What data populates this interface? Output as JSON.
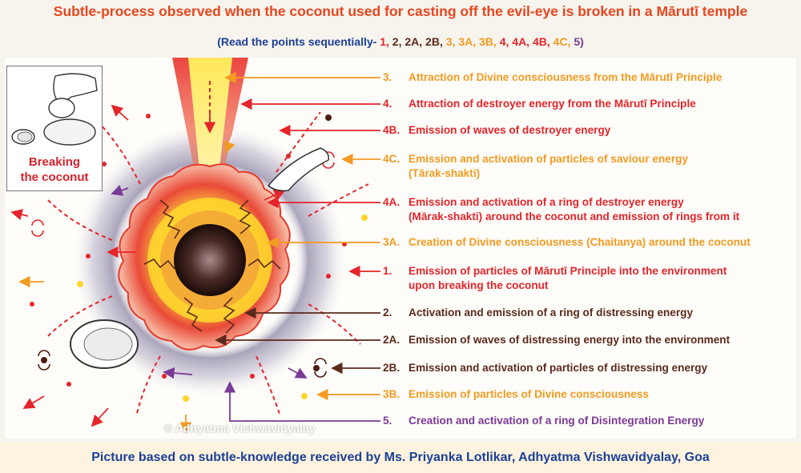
{
  "title": "Subtle-process observed when the coconut used for casting off the evil-eye is broken in a Mārutī temple",
  "subtitle": {
    "prefix": "(Read the points sequentially-",
    "sequence": [
      {
        "text": "1,",
        "color": "#e4252b"
      },
      {
        "text": "2,",
        "color": "#5b2a1c"
      },
      {
        "text": "2A,",
        "color": "#5b2a1c"
      },
      {
        "text": "2B,",
        "color": "#5b2a1c"
      },
      {
        "text": "3,",
        "color": "#f39a21"
      },
      {
        "text": "3A,",
        "color": "#f39a21"
      },
      {
        "text": "3B,",
        "color": "#f39a21"
      },
      {
        "text": "4,",
        "color": "#e4252b"
      },
      {
        "text": "4A,",
        "color": "#e4252b"
      },
      {
        "text": "4B,",
        "color": "#e4252b"
      },
      {
        "text": "4C,",
        "color": "#f39a21"
      },
      {
        "text": "5)",
        "color": "#7a3a96"
      }
    ]
  },
  "inset": {
    "caption_line1": "Breaking",
    "caption_line2": "the coconut"
  },
  "labels": [
    {
      "id": "3",
      "num": "3.",
      "text": "Attraction of Divine consciousness from the Mārutī Principle",
      "cont": "",
      "color": "#f39a21"
    },
    {
      "id": "4",
      "num": "4.",
      "text": "Attraction of destroyer energy from the Mārutī Principle",
      "cont": "",
      "color": "#e4252b"
    },
    {
      "id": "4B",
      "num": "4B.",
      "text": "Emission of waves of destroyer energy",
      "cont": "",
      "color": "#e4252b"
    },
    {
      "id": "4C",
      "num": "4C.",
      "text": "Emission and activation of particles of saviour energy",
      "cont": "(Tārak-shakti)",
      "color": "#f39a21"
    },
    {
      "id": "4A",
      "num": "4A.",
      "text": "Emission and activation of a ring of destroyer energy",
      "cont": "(Mārak-shakti) around the coconut and emission of rings from it",
      "color": "#e4252b"
    },
    {
      "id": "3A",
      "num": "3A.",
      "text": "Creation of Divine consciousness (Chaitanya) around the coconut",
      "cont": "",
      "color": "#f39a21"
    },
    {
      "id": "1",
      "num": "1.",
      "text": "Emission of particles of Mārutī Principle into the environment",
      "cont": "upon breaking the coconut",
      "color": "#e4252b"
    },
    {
      "id": "2",
      "num": "2.",
      "text": "Activation and emission of a ring of distressing energy",
      "cont": "",
      "color": "#5b2a1c"
    },
    {
      "id": "2A",
      "num": "2A.",
      "text": "Emission of waves of distressing energy into the environment",
      "cont": "",
      "color": "#5b2a1c"
    },
    {
      "id": "2B",
      "num": "2B.",
      "text": "Emission and activation of particles of distressing energy",
      "cont": "",
      "color": "#5b2a1c"
    },
    {
      "id": "3B",
      "num": "3B.",
      "text": "Emission of particles of Divine consciousness",
      "cont": "",
      "color": "#f39a21"
    },
    {
      "id": "5",
      "num": "5.",
      "text": "Creation and activation of a ring of Disintegration Energy",
      "cont": "",
      "color": "#7a3a96"
    }
  ],
  "watermark": "© Adhyatma Vishwavidyalay",
  "footer": "Picture based on subtle-knowledge received by Ms. Priyanka Lotlikar, Adhyatma Vishwavidyalay, Goa",
  "colors": {
    "title": "#e8461e",
    "subtitle": "#1c3f96",
    "destroyer": "#e4252b",
    "divine": "#f39a21",
    "distressing": "#5b2a1c",
    "disintegration": "#7a3a96"
  }
}
